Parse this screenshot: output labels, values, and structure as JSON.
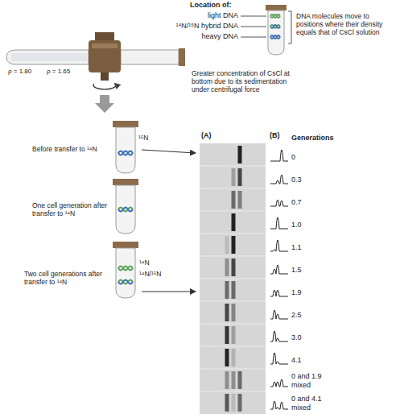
{
  "diagram": {
    "labels": [
      "Location of:",
      "light DNA",
      "¹⁴N/¹⁵N hybrid DNA",
      "heavy DNA",
      "DNA molecules move to positions where their density equals that of CsCl solution",
      "ρ = 1.80",
      "ρ = 1.65",
      "Greater concentration of CsCl at bottom due to its sedimentation under centrifugal force",
      "(A)",
      "(B)",
      "Generations",
      "Before transfer to ¹⁴N",
      "¹⁵N",
      "0",
      "0.3",
      "0.7",
      "1.0",
      "One cell generation after transfer to ¹⁴N",
      "1.1",
      "1.5",
      "1.9",
      "2.5",
      "Two cell generations after transfer to ¹⁴N",
      "¹⁴N",
      "¹⁴N/¹⁵N",
      "3.0",
      "4.1",
      "0 and 1.9 mixed",
      "0 and 4.1 mixed"
    ]
  }
}
